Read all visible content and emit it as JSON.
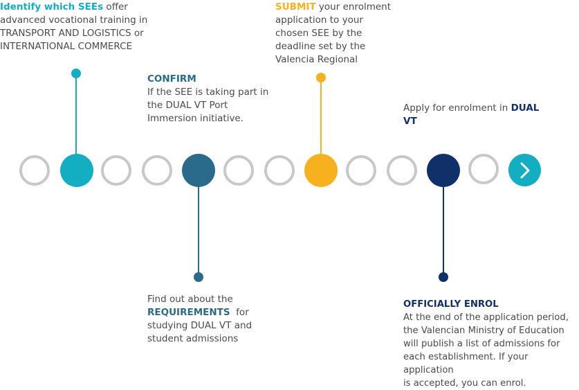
{
  "colors": {
    "teal": "#13aec2",
    "dark_teal": "#2a6a8a",
    "yellow": "#f7b11e",
    "navy": "#10306a",
    "grey": "#c8c8c8"
  },
  "steps": {
    "identify": {
      "highlight": "Identify which SEEs",
      "text_1": " offer",
      "text_2": "advanced vocational training in",
      "text_3": "TRANSPORT AND LOGISTICS or",
      "text_4": "INTERNATIONAL COMMERCE"
    },
    "confirm": {
      "heading": "CONFIRM",
      "line_1": "If the SEE is taking part in",
      "line_2": "the DUAL VT Port",
      "line_3": "Immersion initiative."
    },
    "submit": {
      "highlight": "SUBMIT",
      "text_1": " your enrolment",
      "line_2": "application to your",
      "line_3": "chosen SEE by the",
      "line_4": "deadline set by the",
      "line_5": "Valencia Regional"
    },
    "apply": {
      "text_1": "Apply for enrolment in ",
      "highlight_1": "DUAL",
      "highlight_2": "VT"
    },
    "requirements": {
      "line_1": "Find out about the",
      "highlight": "REQUIREMENTS",
      "text_2": "  for",
      "line_3": "studying DUAL VT and",
      "line_4": "student admissions"
    },
    "enrol": {
      "heading": "OFFICIALLY ENROL",
      "line_1": "At the end of the application period,",
      "line_2": "the Valencian Ministry of Education",
      "line_3": "will publish a list of admissions for",
      "line_4": "each establishment. If your application",
      "line_5": "is accepted, you can enrol."
    }
  },
  "icons": {
    "next": "chevron-right-icon"
  }
}
